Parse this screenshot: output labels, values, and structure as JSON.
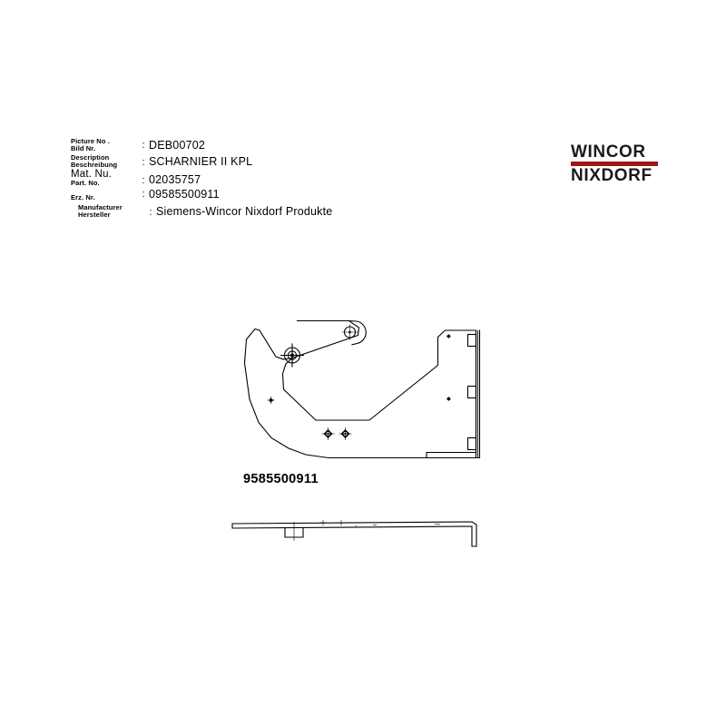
{
  "document": {
    "type": "spare-part-technical-drawing",
    "background_color": "#ffffff",
    "line_color": "#000000"
  },
  "info": {
    "rows": [
      {
        "label_en": "Picture No .",
        "label_de": "Bild Nr.",
        "separator": ":",
        "value": "DEB00702"
      },
      {
        "label_en": "Description",
        "label_de": "Beschreibung",
        "separator": ":",
        "value": "SCHARNIER II KPL"
      },
      {
        "label_en": "Mat. Nu.",
        "label_de": "Part. No.",
        "separator": ":",
        "value": "02035757"
      },
      {
        "label_en": "Erz. Nr.",
        "label_de": "",
        "separator": ":",
        "value": "09585500911"
      },
      {
        "label_en": "Manufacturer",
        "label_de": "Hersteller",
        "separator": ":",
        "value": "Siemens-Wincor Nixdorf Produkte"
      }
    ]
  },
  "logo": {
    "line1": "WINCOR",
    "line2": "NIXDORF",
    "bar_color": "#a01616",
    "text_color": "#1a1a1a"
  },
  "drawing": {
    "caption": "9585500911",
    "main_view_name": "hinge-plan-view",
    "side_view_name": "hinge-side-view",
    "features": {
      "pivot-hole": "circular pivot hole with centre crosshair",
      "stud-boss": "raised stud boss with centre crosshair",
      "rivet-left": "rivet / stud marker",
      "rivet-right": "rivet / stud marker",
      "dot-marker": "small locating dot",
      "hole-upper": "small through hole",
      "hole-lower": "small through hole",
      "flange-tab-top": "bent flange tab",
      "flange-tab-middle": "bent flange tab",
      "flange-tab-bottom": "bent flange tab"
    }
  }
}
